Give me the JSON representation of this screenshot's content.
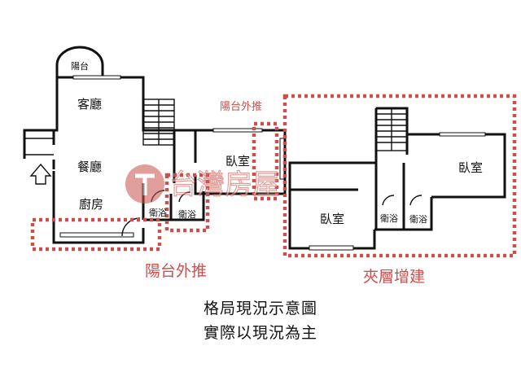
{
  "rooms": {
    "balcony": "陽台",
    "living": "客廳",
    "dining": "餐廳",
    "kitchen": "廚房",
    "bedroom_1": "臥室",
    "bath_1": "衛浴",
    "bath_2": "衛浴",
    "bedroom_2": "臥室",
    "bedroom_3": "臥室",
    "bath_3": "衛浴",
    "bath_4": "衛浴"
  },
  "annotations": {
    "balcony_extension_top": "陽台外推",
    "balcony_extension_bottom": "陽台外推",
    "mezzanine_addition": "夾層增建"
  },
  "watermark": "台灣房屋",
  "notes": {
    "line_1": "格局現況示意圖",
    "line_2": "實際以現況為主"
  },
  "colors": {
    "wall": "#111111",
    "annotation": "#c9514d",
    "watermark": "#c9514d"
  },
  "icons": {
    "entrance": "up-arrow-icon",
    "stairs": "stairs-icon"
  }
}
